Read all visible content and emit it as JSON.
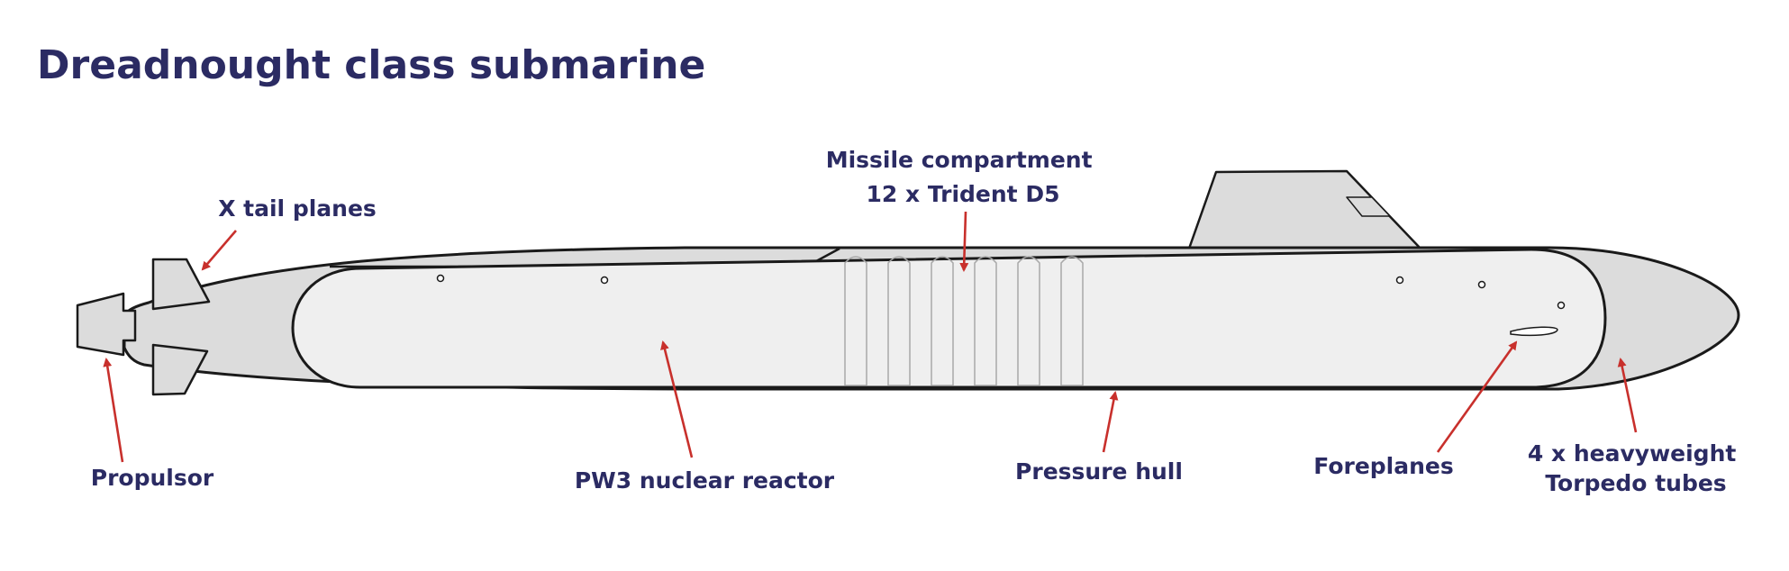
{
  "title": "Dreadnought class submarine",
  "labels": {
    "missile_compartment": [
      "Missile compartment",
      "12 x Trident D5"
    ],
    "tail_planes": "X tail planes",
    "propulsor": "Propulsor",
    "reactor": "PW3 nuclear reactor",
    "pressure_hull": "Pressure hull",
    "foreplanes": "Foreplanes",
    "torpedo_tubes": [
      "4 x heavyweight",
      "Torpedo tubes"
    ]
  },
  "colors": {
    "title": "#2b2b63",
    "label": "#2b2b63",
    "arrow": "#c8302c",
    "hull_fill": "#dcdcdc",
    "pressure_hull_fill": "#efefef",
    "outline": "#1a1a1a"
  }
}
